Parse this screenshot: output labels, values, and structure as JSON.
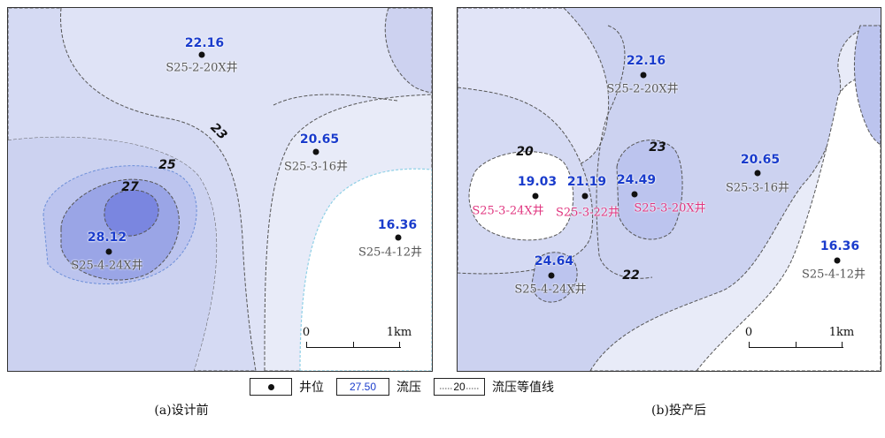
{
  "panels": [
    {
      "caption": "(a)设计前",
      "wells": [
        {
          "value": "22.16",
          "name": "S25-2-20X井",
          "highlight": false
        },
        {
          "value": "20.65",
          "name": "S25-3-16井",
          "highlight": false
        },
        {
          "value": "16.36",
          "name": "S25-4-12井",
          "highlight": false
        },
        {
          "value": "28.12",
          "name": "S25-4-24X井",
          "highlight": false
        }
      ],
      "contour_labels": [
        "23",
        "25",
        "27"
      ],
      "scale": {
        "start": "0",
        "end": "1km"
      }
    },
    {
      "caption": "(b)投产后",
      "wells": [
        {
          "value": "22.16",
          "name": "S25-2-20X井",
          "highlight": false
        },
        {
          "value": "20.65",
          "name": "S25-3-16井",
          "highlight": false
        },
        {
          "value": "16.36",
          "name": "S25-4-12井",
          "highlight": false
        },
        {
          "value": "19.03",
          "name": "S25-3-24X井",
          "highlight": true
        },
        {
          "value": "21.19",
          "name": "S25-3-22井",
          "highlight": true
        },
        {
          "value": "24.49",
          "name": "S25-3-20X井",
          "highlight": true
        },
        {
          "value": "24.64",
          "name": "S25-4-24X井",
          "highlight": false
        }
      ],
      "contour_labels": [
        "20",
        "23",
        "22"
      ],
      "scale": {
        "start": "0",
        "end": "1km"
      }
    }
  ],
  "legend": {
    "well_label": "井位",
    "value_sample": "27.50",
    "value_label": "流压",
    "isoline_sample": "20",
    "isoline_label": "流压等值线"
  },
  "colors": {
    "background_white": "#ffffff",
    "fill_light": "#e6e9f8",
    "fill_mid": "#cdd2f0",
    "fill_dark": "#aab2e8",
    "fill_core": "#7a86e0",
    "value_text": "#1a3ccc",
    "highlight_name": "#e0357f"
  }
}
